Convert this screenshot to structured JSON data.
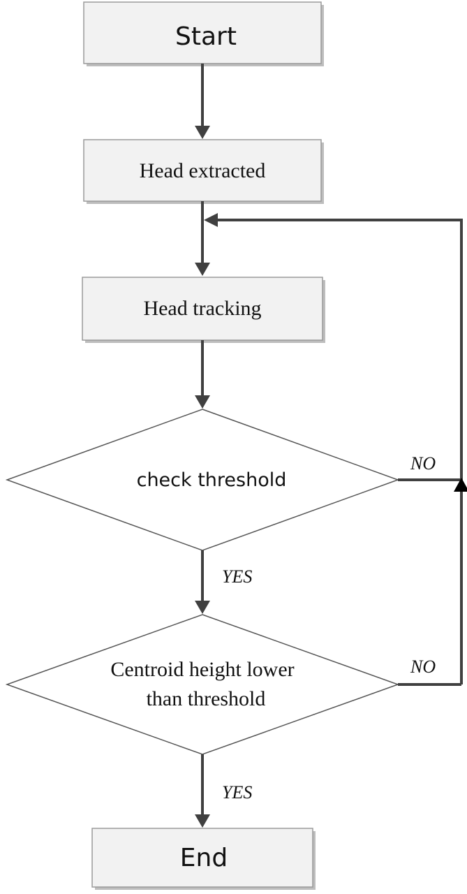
{
  "nodes": {
    "start": "Start",
    "head_extracted": "Head extracted",
    "head_tracking": "Head tracking",
    "check_threshold": "check threshold",
    "centroid_line1": "Centroid height lower",
    "centroid_line2": "than threshold",
    "end": "End"
  },
  "edges": {
    "check_no": "NO",
    "check_yes": "YES",
    "centroid_no": "NO",
    "centroid_yes": "YES"
  }
}
